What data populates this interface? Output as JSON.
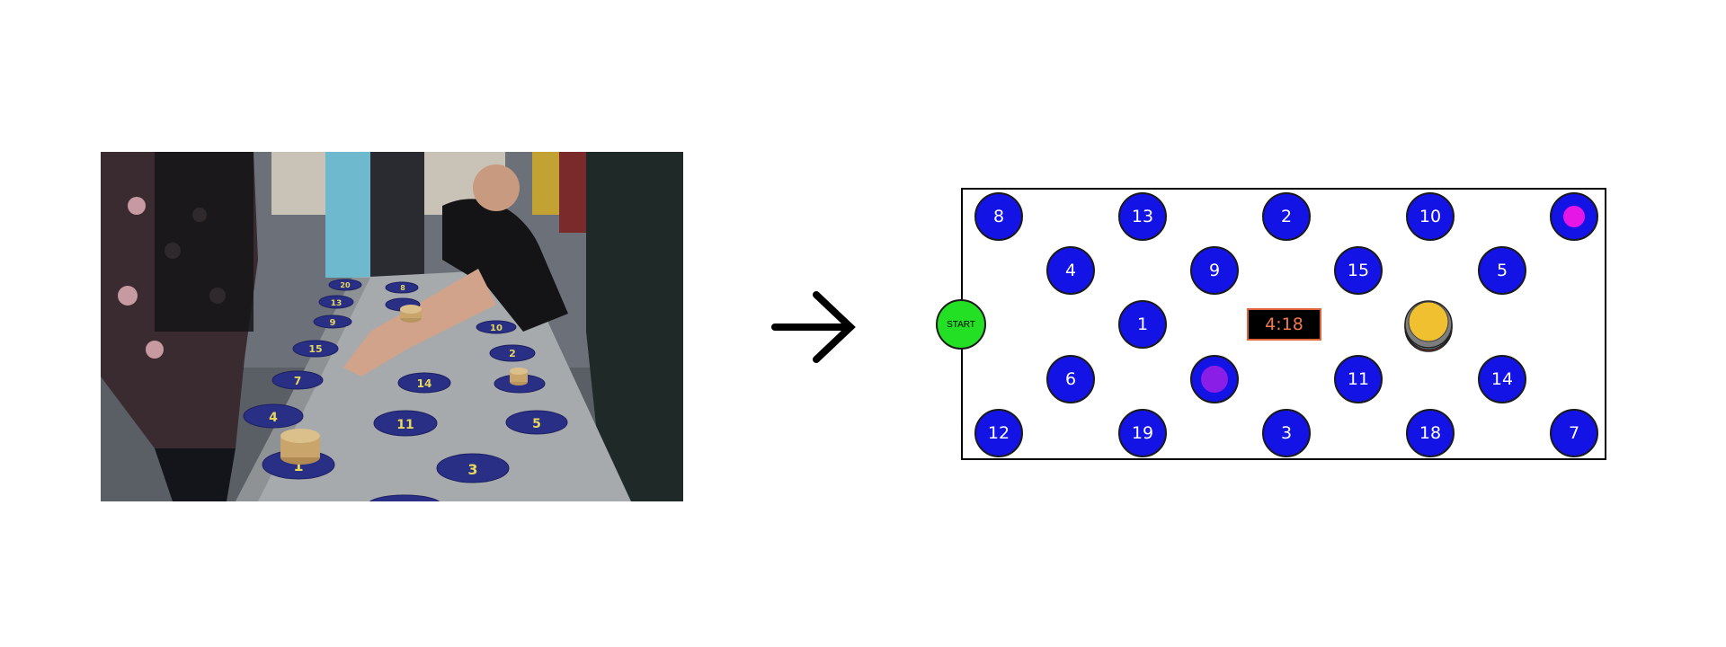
{
  "photo": {
    "description_icon": "photo-icon",
    "table_numbers": [
      "20",
      "8",
      "13",
      "9",
      "10",
      "15",
      "2",
      "14",
      "7",
      "4",
      "11",
      "5",
      "1",
      "3"
    ]
  },
  "arrow": {
    "icon": "arrow-right-icon"
  },
  "board": {
    "start_label": "START",
    "timer": "4:18",
    "colors": {
      "disc": "#1313e6",
      "start": "#24e024",
      "timer_text": "#f07a50",
      "token_magenta": "#e616e6",
      "token_purple": "#8a1ee6",
      "token_gold": "#f0c030"
    },
    "discs": [
      {
        "label": "8"
      },
      {
        "label": "13"
      },
      {
        "label": "2"
      },
      {
        "label": "10"
      },
      {
        "label": ""
      },
      {
        "label": "4"
      },
      {
        "label": "9"
      },
      {
        "label": "15"
      },
      {
        "label": "5"
      },
      {
        "label": "1"
      },
      {
        "label": "6"
      },
      {
        "label": ""
      },
      {
        "label": "11"
      },
      {
        "label": "14"
      },
      {
        "label": "12"
      },
      {
        "label": "19"
      },
      {
        "label": "3"
      },
      {
        "label": "18"
      },
      {
        "label": "7"
      }
    ]
  }
}
